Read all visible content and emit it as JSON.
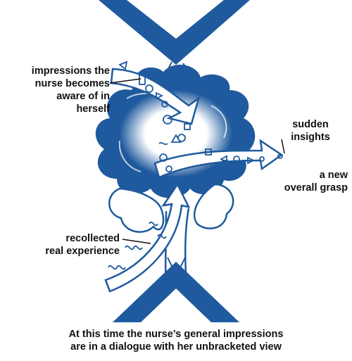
{
  "labels": {
    "impressions": [
      "impressions the",
      "nurse becomes",
      "aware of in",
      "herself"
    ],
    "sudden_insights": [
      "sudden",
      "insights"
    ],
    "overall_grasp": [
      "a new",
      "overall grasp"
    ],
    "recollected": [
      "recollected",
      "real experience"
    ]
  },
  "caption": {
    "line1": "At this time the nurse’s general impressions",
    "line2": "are in a dialogue with her unbracketed view"
  },
  "colors": {
    "ink": "#1f5a9e",
    "text": "#111111",
    "paper": "#ffffff"
  }
}
